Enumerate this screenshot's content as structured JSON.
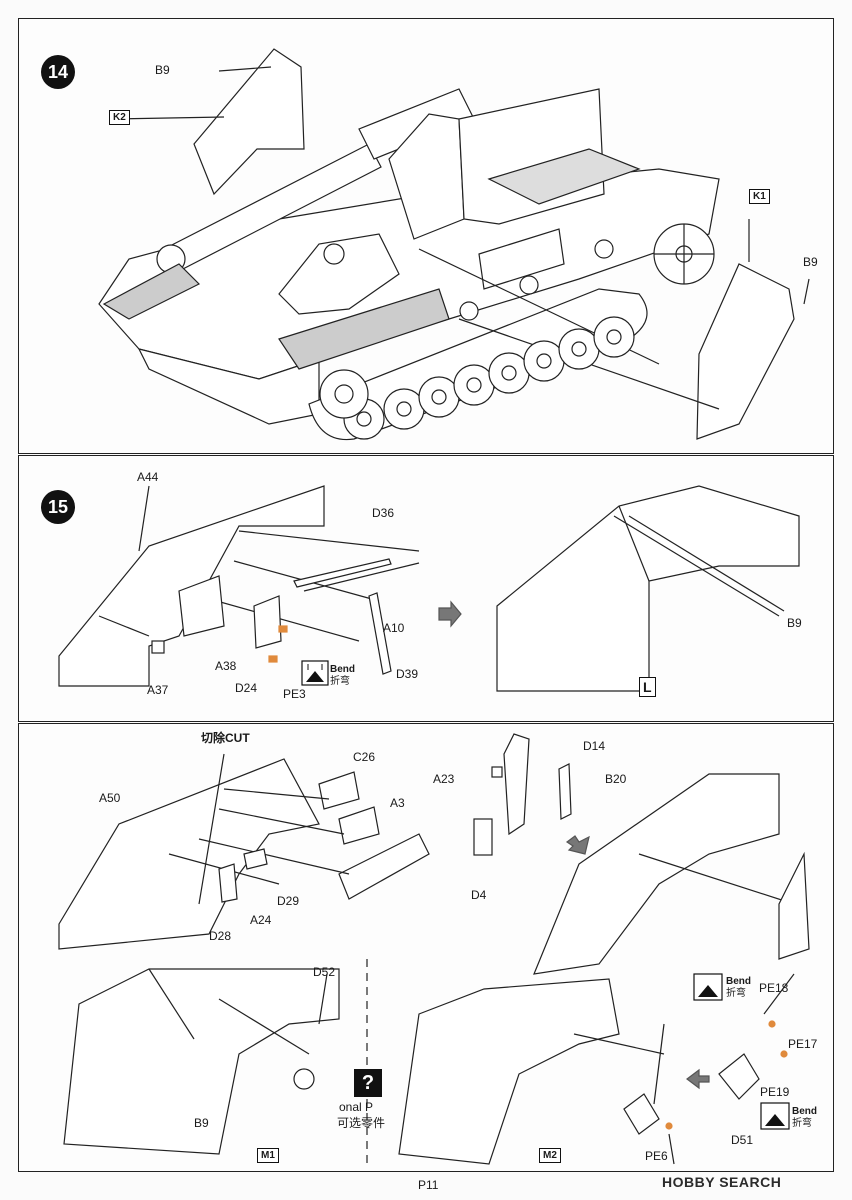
{
  "steps": {
    "s14": {
      "number": "14",
      "labels": {
        "b9_top": "B9",
        "k2": "K2",
        "k1": "K1",
        "b9_right": "B9"
      }
    },
    "s15": {
      "number": "15",
      "labels": {
        "a44": "A44",
        "d36": "D36",
        "a10": "A10",
        "d39": "D39",
        "a37": "A37",
        "a38": "A38",
        "d24": "D24",
        "pe3": "PE3",
        "b9": "B9",
        "l": "L",
        "bend_en": "Bend",
        "bend_cn": "折弯"
      }
    },
    "s16": {
      "labels": {
        "cut": "切除CUT",
        "c26": "C26",
        "a50": "A50",
        "a3": "A3",
        "d29": "D29",
        "a24": "A24",
        "d28": "D28",
        "a23": "A23",
        "d14": "D14",
        "b20": "B20",
        "d4": "D4",
        "d52": "D52",
        "optional_en": "onal P",
        "optional_cn": "可选零件",
        "question": "?",
        "b9": "B9",
        "m1": "M1",
        "m2": "M2",
        "bend_en": "Bend",
        "bend_cn": "折弯",
        "pe18": "PE18",
        "pe17": "PE17",
        "pe19": "PE19",
        "bend2_en": "Bend",
        "bend2_cn": "折弯",
        "d51": "D51",
        "pe6": "PE6"
      }
    }
  },
  "footer": {
    "page": "P11"
  },
  "watermark": "HOBBY SEARCH",
  "colors": {
    "line": "#222222",
    "panel_bg": "#fdfdfd",
    "pe_part": "#e08a3c",
    "arrow_fill": "#777777"
  }
}
